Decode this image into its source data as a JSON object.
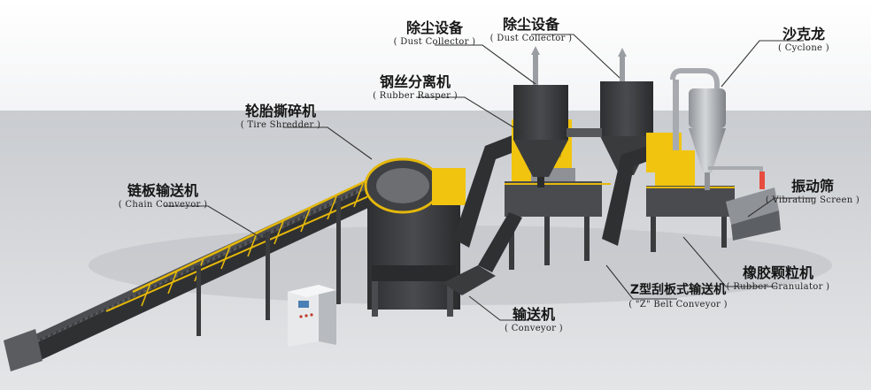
{
  "labels": {
    "dust_collector_1": {
      "zh": "除尘设备",
      "en": "( Dust Collector )"
    },
    "dust_collector_2": {
      "zh": "除尘设备",
      "en": "( Dust Collector )"
    },
    "cyclone": {
      "zh": "沙克龙",
      "en": "( Cyclone )"
    },
    "rubber_rasper": {
      "zh": "钢丝分离机",
      "en": "( Rubber Rasper )"
    },
    "tire_shredder": {
      "zh": "轮胎撕碎机",
      "en": "( Tire Shredder )"
    },
    "chain_conveyor": {
      "zh": "链板输送机",
      "en": "( Chain Conveyor )"
    },
    "vibrating_screen": {
      "zh": "振动筛",
      "en": "( Vibrating Screen )"
    },
    "rubber_granulator": {
      "zh": "橡胶颗粒机",
      "en": "( Rubber Granulator )"
    },
    "z_belt_conveyor": {
      "zh": "Z型刮板式输送机",
      "en": "( \"Z\" Belt Conveyor )"
    },
    "conveyor": {
      "zh": "输送机",
      "en": "( Conveyor )"
    }
  },
  "colors": {
    "sky": "#c4c9d1",
    "floor": "#d9dbdd",
    "machine_dark": "#3c3c3e",
    "machine_yellow": "#f1c40f",
    "steel": "#a7abb0"
  }
}
